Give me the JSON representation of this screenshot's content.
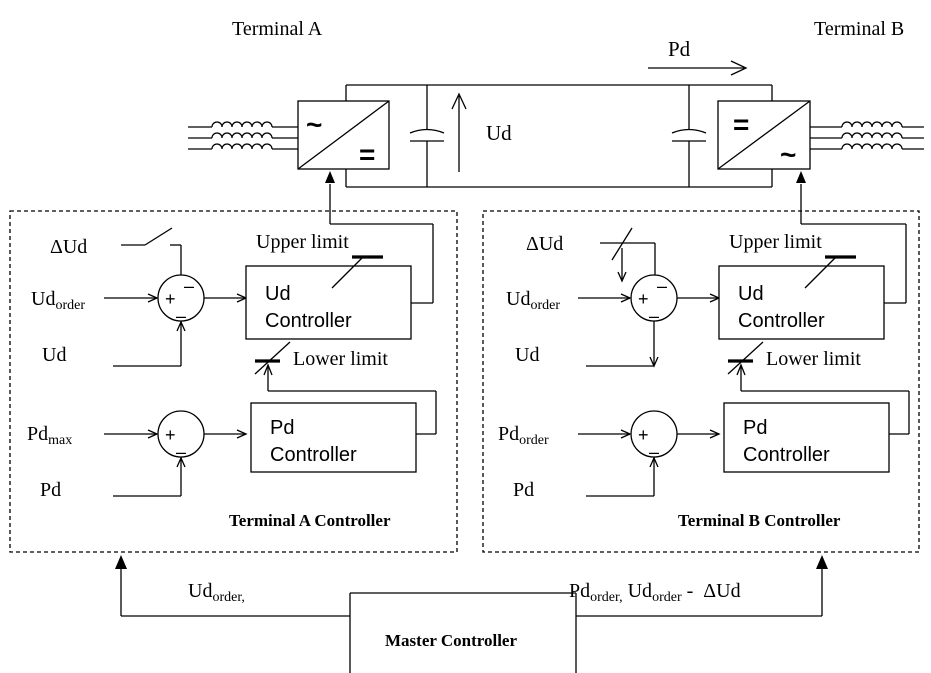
{
  "terminals": {
    "a": "Terminal A",
    "b": "Terminal B"
  },
  "dc_link": {
    "power_flow": "Pd",
    "voltage": "Ud"
  },
  "converter_a": {
    "ac_symbol": "~",
    "dc_symbol": "="
  },
  "converter_b": {
    "dc_symbol": "=",
    "ac_symbol": "~"
  },
  "controller_a": {
    "caption": "Terminal A Controller",
    "delta_ud": "ΔUd",
    "ud_order": {
      "main": "Ud",
      "sub": "order"
    },
    "ud": "Ud",
    "pd_max": {
      "main": "Pd",
      "sub": "max"
    },
    "pd": "Pd",
    "upper_limit": "Upper limit",
    "lower_limit": "Lower limit",
    "ud_controller": [
      "Ud",
      "Controller"
    ],
    "pd_controller": [
      "Pd",
      "Controller"
    ],
    "plus": "+",
    "minus": "–"
  },
  "controller_b": {
    "caption": "Terminal B Controller",
    "delta_ud": "ΔUd",
    "ud_order": {
      "main": "Ud",
      "sub": "order"
    },
    "ud": "Ud",
    "pd_order": {
      "main": "Pd",
      "sub": "order"
    },
    "pd": "Pd",
    "upper_limit": "Upper limit",
    "lower_limit": "Lower limit",
    "ud_controller": [
      "Ud",
      "Controller"
    ],
    "pd_controller": [
      "Pd",
      "Controller"
    ],
    "plus": "+",
    "minus": "–"
  },
  "master": {
    "label": "Master Controller",
    "to_a": {
      "main": "Ud",
      "sub": "order,"
    },
    "to_b": {
      "p1": "Pd",
      "s1": "order,",
      "p2": " Ud",
      "s2": "order",
      "p3": " -  ΔUd"
    }
  }
}
